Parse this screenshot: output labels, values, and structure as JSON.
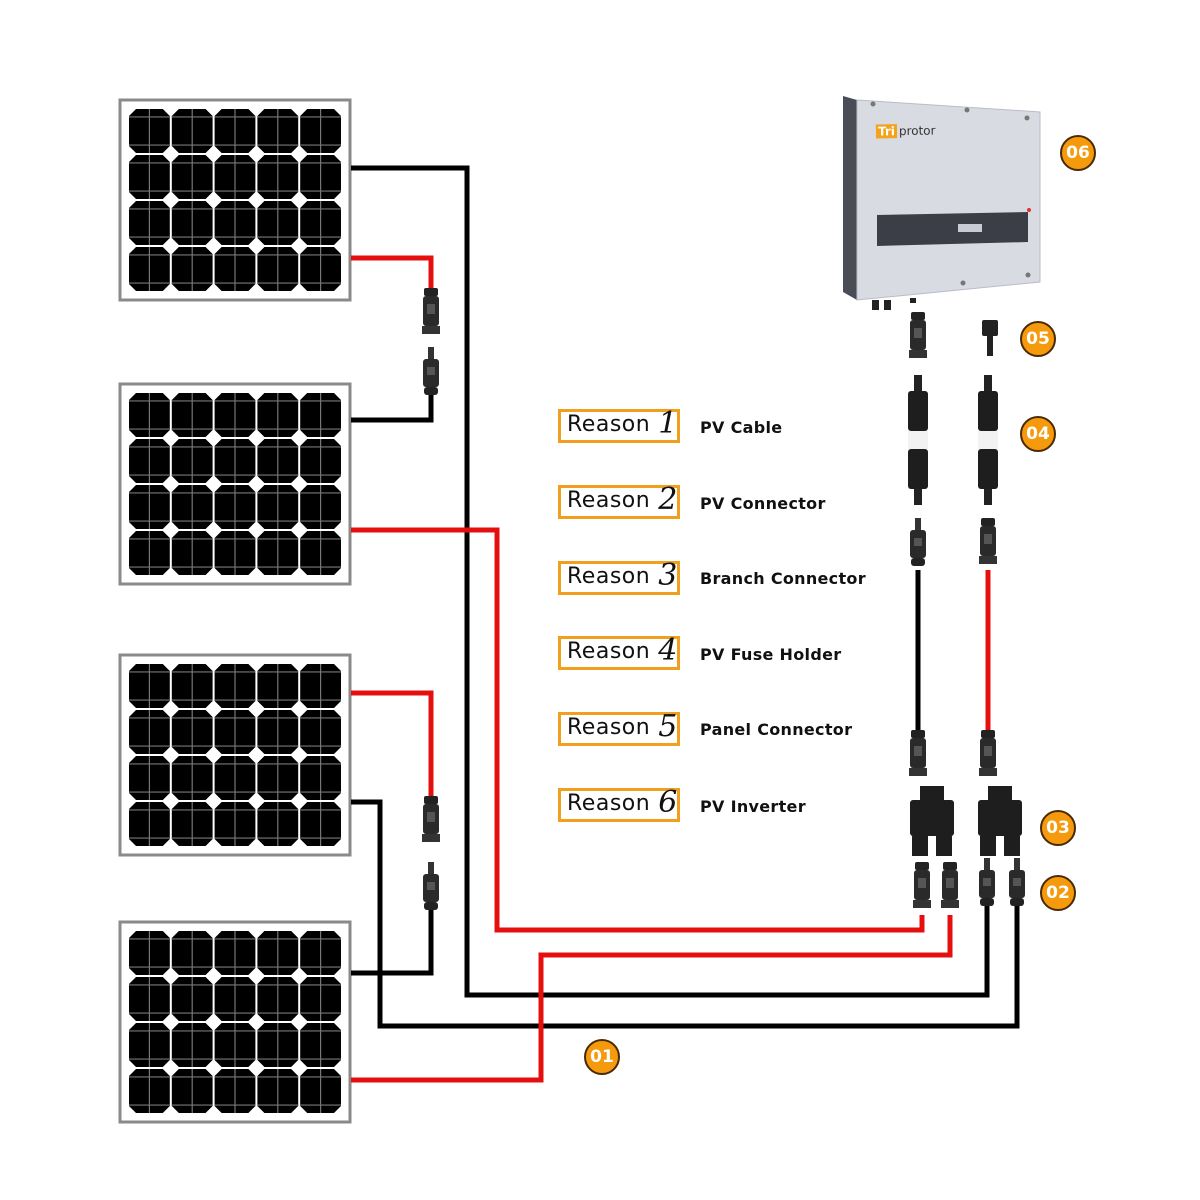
{
  "title": "Solar PV string wiring diagram",
  "colors": {
    "accent": "#f59a0c",
    "reason_border": "#f0a01e",
    "positive_wire": "#e41010",
    "negative_wire": "#000000",
    "panel_cell": "#000000",
    "panel_frame": "#8a8a8a",
    "inverter_body": "#d9dbe3"
  },
  "reasons": [
    {
      "word": "Reason",
      "number": "1",
      "label": "PV Cable"
    },
    {
      "word": "Reason",
      "number": "2",
      "label": "PV Connector"
    },
    {
      "word": "Reason",
      "number": "3",
      "label": "Branch Connector"
    },
    {
      "word": "Reason",
      "number": "4",
      "label": "PV Fuse Holder"
    },
    {
      "word": "Reason",
      "number": "5",
      "label": "Panel Connector"
    },
    {
      "word": "Reason",
      "number": "6",
      "label": "PV Inverter"
    }
  ],
  "badges": {
    "b01": {
      "text": "01",
      "component": "PV Cable"
    },
    "b02": {
      "text": "02",
      "component": "PV Connector"
    },
    "b03": {
      "text": "03",
      "component": "Branch Connector"
    },
    "b04": {
      "text": "04",
      "component": "PV Fuse Holder"
    },
    "b05": {
      "text": "05",
      "component": "Panel Connector"
    },
    "b06": {
      "text": "06",
      "component": "PV Inverter"
    }
  },
  "inverter": {
    "brand_prefix": "Tri",
    "brand_rest": "protor"
  },
  "panels": [
    {
      "id": "panel-1",
      "cell_columns": 5,
      "cell_rows": 4
    },
    {
      "id": "panel-2",
      "cell_columns": 5,
      "cell_rows": 4
    },
    {
      "id": "panel-3",
      "cell_columns": 5,
      "cell_rows": 4
    },
    {
      "id": "panel-4",
      "cell_columns": 5,
      "cell_rows": 4
    }
  ]
}
